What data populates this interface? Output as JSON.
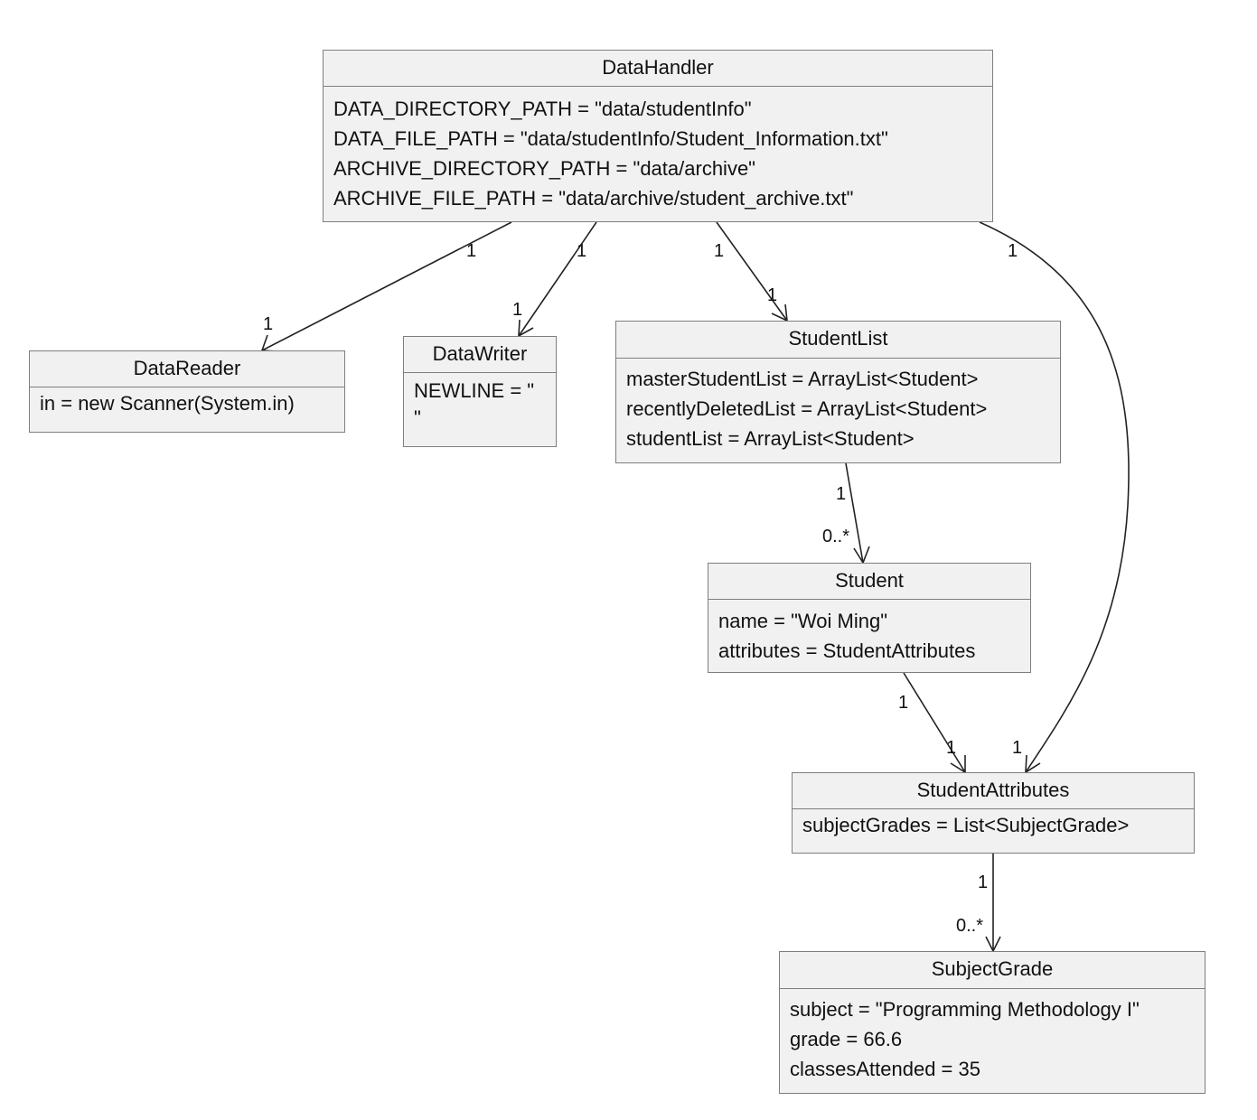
{
  "classes": {
    "data_handler": {
      "name": "DataHandler",
      "attributes": [
        "DATA_DIRECTORY_PATH = \"data/studentInfo\"",
        "DATA_FILE_PATH = \"data/studentInfo/Student_Information.txt\"",
        "ARCHIVE_DIRECTORY_PATH = \"data/archive\"",
        "ARCHIVE_FILE_PATH = \"data/archive/student_archive.txt\""
      ]
    },
    "data_reader": {
      "name": "DataReader",
      "attributes": [
        "in = new Scanner(System.in)"
      ]
    },
    "data_writer": {
      "name": "DataWriter",
      "attributes": [
        "NEWLINE = \"",
        "\""
      ]
    },
    "student_list": {
      "name": "StudentList",
      "attributes": [
        "masterStudentList = ArrayList<Student>",
        "recentlyDeletedList = ArrayList<Student>",
        "studentList = ArrayList<Student>"
      ]
    },
    "student": {
      "name": "Student",
      "attributes": [
        "name = \"Woi Ming\"",
        "attributes = StudentAttributes"
      ]
    },
    "student_attributes": {
      "name": "StudentAttributes",
      "attributes": [
        "subjectGrades = List<SubjectGrade>"
      ]
    },
    "subject_grade": {
      "name": "SubjectGrade",
      "attributes": [
        "subject = \"Programming Methodology I\"",
        "grade = 66.6",
        "classesAttended = 35"
      ]
    }
  },
  "associations": [
    {
      "from": "DataHandler",
      "to": "DataReader",
      "source_multiplicity": "1",
      "target_multiplicity": "1"
    },
    {
      "from": "DataHandler",
      "to": "DataWriter",
      "source_multiplicity": "1",
      "target_multiplicity": "1"
    },
    {
      "from": "DataHandler",
      "to": "StudentList",
      "source_multiplicity": "1",
      "target_multiplicity": "1"
    },
    {
      "from": "DataHandler",
      "to": "StudentAttributes",
      "source_multiplicity": "1",
      "target_multiplicity": "1"
    },
    {
      "from": "StudentList",
      "to": "Student",
      "source_multiplicity": "1",
      "target_multiplicity": "0..*"
    },
    {
      "from": "Student",
      "to": "StudentAttributes",
      "source_multiplicity": "1",
      "target_multiplicity": "1"
    },
    {
      "from": "StudentAttributes",
      "to": "SubjectGrade",
      "source_multiplicity": "1",
      "target_multiplicity": "0..*"
    }
  ]
}
